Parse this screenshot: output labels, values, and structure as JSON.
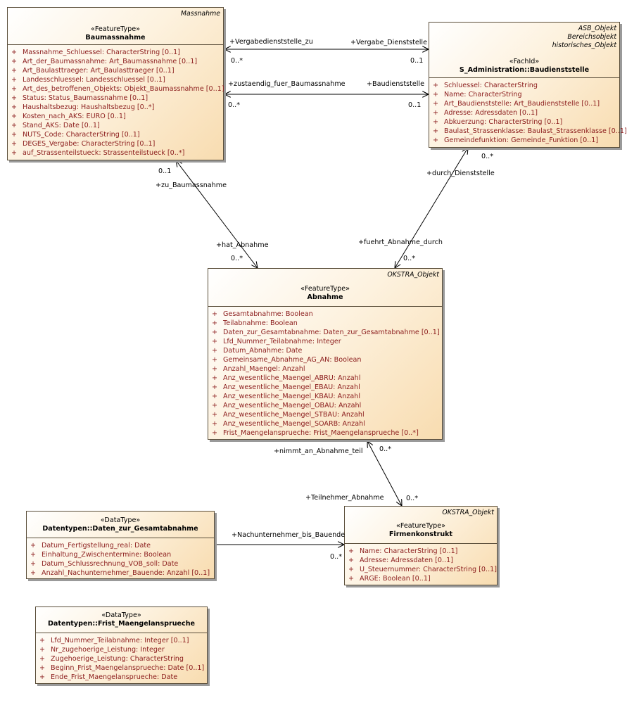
{
  "classes": {
    "baumassnahme": {
      "tags": [
        "Massnahme"
      ],
      "stereotype": "«FeatureType»",
      "name": "Baumassnahme",
      "attributes": [
        {
          "vis": "+",
          "text": "Massnahme_Schluessel: CharacterString [0..1]"
        },
        {
          "vis": "+",
          "text": "Art_der_Baumassnahme: Art_Baumassnahme [0..1]"
        },
        {
          "vis": "+",
          "text": "Art_Baulasttraeger: Art_Baulasttraeger [0..1]"
        },
        {
          "vis": "+",
          "text": "Landesschluessel: Landesschluessel [0..1]"
        },
        {
          "vis": "+",
          "text": "Art_des_betroffenen_Objekts: Objekt_Baumassnahme [0..1]"
        },
        {
          "vis": "+",
          "text": "Status: Status_Baumassnahme [0..1]"
        },
        {
          "vis": "+",
          "text": "Haushaltsbezug: Haushaltsbezug [0..*]"
        },
        {
          "vis": "+",
          "text": "Kosten_nach_AKS: EURO [0..1]"
        },
        {
          "vis": "+",
          "text": "Stand_AKS: Date [0..1]"
        },
        {
          "vis": "+",
          "text": "NUTS_Code: CharacterString [0..1]"
        },
        {
          "vis": "+",
          "text": "DEGES_Vergabe: CharacterString [0..1]"
        },
        {
          "vis": "+",
          "text": "auf_Strassenteilstueck: Strassenteilstueck [0..*]"
        }
      ]
    },
    "baudienststelle": {
      "tags": [
        "ASB_Objekt",
        "Bereichsobjekt",
        "historisches_Objekt"
      ],
      "stereotype": "«FachId»",
      "name": "S_Administration::Baudienststelle",
      "attributes": [
        {
          "vis": "+",
          "text": "Schluessel: CharacterString"
        },
        {
          "vis": "+",
          "text": "Name: CharacterString"
        },
        {
          "vis": "+",
          "text": "Art_Baudienststelle: Art_Baudienststelle [0..1]"
        },
        {
          "vis": "+",
          "text": "Adresse: Adressdaten [0..1]"
        },
        {
          "vis": "+",
          "text": "Abkuerzung: CharacterString [0..1]"
        },
        {
          "vis": "+",
          "text": "Baulast_Strassenklasse: Baulast_Strassenklasse [0..1]"
        },
        {
          "vis": "+",
          "text": "Gemeindefunktion: Gemeinde_Funktion [0..1]"
        }
      ]
    },
    "abnahme": {
      "tags": [
        "OKSTRA_Objekt"
      ],
      "stereotype": "«FeatureType»",
      "name": "Abnahme",
      "attributes": [
        {
          "vis": "+",
          "text": "Gesamtabnahme: Boolean"
        },
        {
          "vis": "+",
          "text": "Teilabnahme: Boolean"
        },
        {
          "vis": "+",
          "text": "Daten_zur_Gesamtabnahme: Daten_zur_Gesamtabnahme [0..1]"
        },
        {
          "vis": "+",
          "text": "Lfd_Nummer_Teilabnahme: Integer"
        },
        {
          "vis": "+",
          "text": "Datum_Abnahme: Date"
        },
        {
          "vis": "+",
          "text": "Gemeinsame_Abnahme_AG_AN: Boolean"
        },
        {
          "vis": "+",
          "text": "Anzahl_Maengel: Anzahl"
        },
        {
          "vis": "+",
          "text": "Anz_wesentliche_Maengel_ABRU: Anzahl"
        },
        {
          "vis": "+",
          "text": "Anz_wesentliche_Maengel_EBAU: Anzahl"
        },
        {
          "vis": "+",
          "text": "Anz_wesentliche_Maengel_KBAU: Anzahl"
        },
        {
          "vis": "+",
          "text": "Anz_wesentliche_Maengel_OBAU: Anzahl"
        },
        {
          "vis": "+",
          "text": "Anz_wesentliche_Maengel_STBAU: Anzahl"
        },
        {
          "vis": "+",
          "text": "Anz_wesentliche_Maengel_SOARB: Anzahl"
        },
        {
          "vis": "+",
          "text": "Frist_Maengelansprueche: Frist_Maengelansprueche [0..*]"
        }
      ]
    },
    "daten_gesamtabnahme": {
      "tags": [],
      "stereotype": "«DataType»",
      "name": "Datentypen::Daten_zur_Gesamtabnahme",
      "attributes": [
        {
          "vis": "+",
          "text": "Datum_Fertigstellung_real: Date"
        },
        {
          "vis": "+",
          "text": "Einhaltung_Zwischentermine: Boolean"
        },
        {
          "vis": "+",
          "text": "Datum_Schlussrechnung_VOB_soll: Date"
        },
        {
          "vis": "+",
          "text": "Anzahl_Nachunternehmer_Bauende: Anzahl [0..1]"
        }
      ]
    },
    "firmenkonstrukt": {
      "tags": [
        "OKSTRA_Objekt"
      ],
      "stereotype": "«FeatureType»",
      "name": "Firmenkonstrukt",
      "attributes": [
        {
          "vis": "+",
          "text": "Name: CharacterString [0..1]"
        },
        {
          "vis": "+",
          "text": "Adresse: Adressdaten [0..1]"
        },
        {
          "vis": "+",
          "text": "U_Steuernummer: CharacterString [0..1]"
        },
        {
          "vis": "+",
          "text": "ARGE: Boolean [0..1]"
        }
      ]
    },
    "frist_maengel": {
      "tags": [],
      "stereotype": "«DataType»",
      "name": "Datentypen::Frist_Maengelansprueche",
      "attributes": [
        {
          "vis": "+",
          "text": "Lfd_Nummer_Teilabnahme: Integer [0..1]"
        },
        {
          "vis": "+",
          "text": "Nr_zugehoerige_Leistung: Integer"
        },
        {
          "vis": "+",
          "text": "Zugehoerige_Leistung: CharacterString"
        },
        {
          "vis": "+",
          "text": "Beginn_Frist_Maengelansprueche: Date [0..1]"
        },
        {
          "vis": "+",
          "text": "Ende_Frist_Maengelansprueche: Date"
        }
      ]
    }
  },
  "associations": {
    "vergabe": {
      "role_from": "+Vergabedienststelle_zu",
      "mult_from": "0..*",
      "role_to": "+Vergabe_Dienststelle",
      "mult_to": "0..1"
    },
    "zustaendig": {
      "role_from": "+zustaendig_fuer_Baumassnahme",
      "mult_from": "0..*",
      "role_to": "+Baudienststelle",
      "mult_to": "0..1"
    },
    "baumassnahme_abnahme": {
      "role_top": "+zu_Baumassnahme",
      "mult_top": "0..1",
      "role_bottom": "+hat_Abnahme",
      "mult_bottom": "0..*"
    },
    "dienststelle_abnahme": {
      "role_top": "+durch_Dienststelle",
      "mult_top": "0..*",
      "role_bottom": "+fuehrt_Abnahme_durch",
      "mult_bottom": "0..*"
    },
    "abnahme_firma": {
      "role_top": "+nimmt_an_Abnahme_teil",
      "mult_top": "0..*",
      "role_bottom": "+Teilnehmer_Abnahme",
      "mult_bottom": "0..*"
    },
    "nachunternehmer": {
      "role": "+Nachunternehmer_bis_Bauende",
      "mult": "0..*"
    }
  }
}
